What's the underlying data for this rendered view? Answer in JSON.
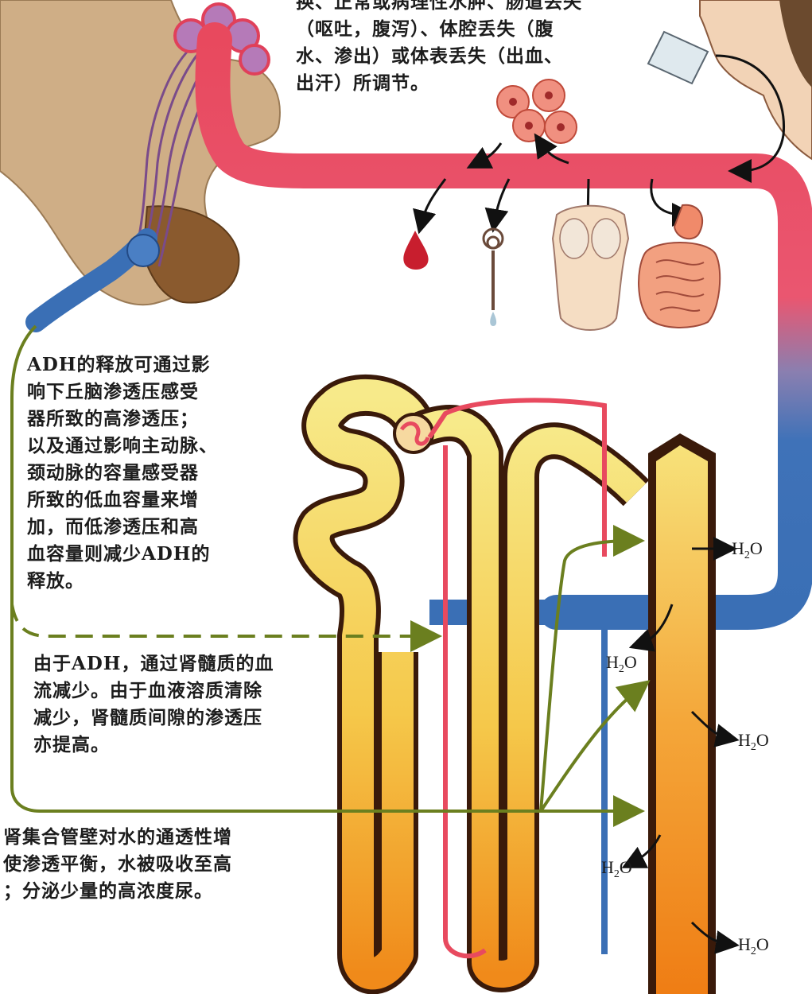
{
  "captions": {
    "top_text": "换、正常或病理性水肿、肠道丢失\n（呕吐，腹泻）、体腔丢失（腹\n水、渗出）或体表丢失（出血、\n出汗）所调节。",
    "adh_release": "ADH的释放可通过影\n响下丘脑渗透压感受\n器所致的高渗透压；\n以及通过影响主动脉、\n颈动脉的容量感受器\n所致的低血容量来增\n加，而低渗透压和高\n血容量则减少ADH的\n释放。",
    "medulla_flow": "由于ADH，通过肾髓质的血\n流减少。由于血液溶质清除\n减少，肾髓质间隙的渗透压\n亦提高。",
    "collecting_duct": "肾集合管壁对水的通透性增\n使渗透平衡，水被吸收至高\n；分泌少量的高浓度尿。"
  },
  "labels": {
    "water_1": "H",
    "water_2": "H",
    "water_3": "H",
    "water_4": "H",
    "water_5": "H",
    "water_sub": "2",
    "water_o": "O"
  },
  "colors": {
    "artery": "#e84a5f",
    "vein": "#3a6fb5",
    "adh_arrow": "#6b7f1f",
    "tubule_light": "#f6e27a",
    "tubule_dark": "#f08a1a",
    "tissue": "#c9a27a",
    "pituitary": "#8a5a2e"
  },
  "icons": [
    "pituitary-gland",
    "drinking-woman",
    "cells",
    "blood-drop",
    "sweat-gland",
    "torso",
    "intestines",
    "nephron",
    "collecting-duct"
  ]
}
